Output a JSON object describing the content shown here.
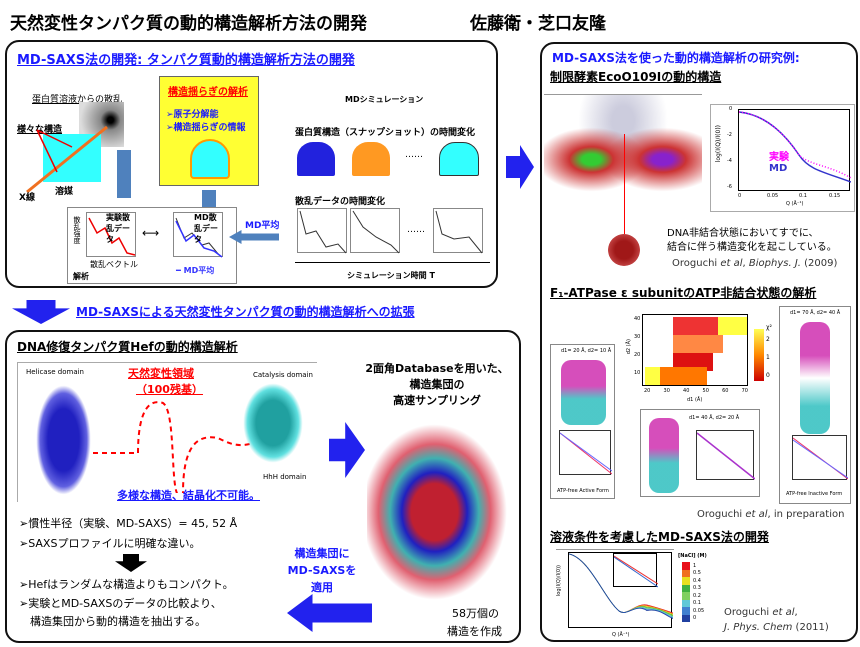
{
  "title": "天然変性タンパク質の動的構造解析方法の開発",
  "authors": "佐藤衛・芝口友隆",
  "box1": {
    "heading": "MD-SAXS法の開発: タンパク質動的構造解析方法の開発",
    "scatter_label": "蛋白質溶液からの散乱",
    "various": "様々な構造",
    "xray": "X線",
    "solvent": "溶媒",
    "fluct_title": "構造揺らぎの解析",
    "fluct_items": [
      "➢原子分解能",
      "➢構造揺らぎの情報"
    ],
    "md_sim": "MDシミュレーション",
    "snap": "蛋白質構造（スナップショット）の時間変化",
    "dots": "……",
    "scatter_time": "散乱データの時間変化",
    "sim_time": "シミュレーション時間 T",
    "exp_data": "実験散乱データ",
    "intensity": "散乱強度",
    "vector": "散乱ベクトル",
    "md_data": "MD散乱データ",
    "md_avg": "MD平均",
    "md_avg_legend": "━ MD平均",
    "analysis": "解析"
  },
  "extension": "MD-SAXSによる天然変性タンパク質の動的構造解析への拡張",
  "box2": {
    "heading": "DNA修復タンパク質Hefの動的構造解析",
    "helicase": "Helicase domain",
    "catalysis": "Catalysis domain",
    "hhh": "HhH domain",
    "idr": "天然変性領域",
    "idr_count": "（100残基）",
    "diverse": "多様な構造、結晶化不可能。",
    "db_text": [
      "2面角Databaseを用いた、",
      "構造集団の",
      "高速サンプリング"
    ],
    "bullets1": [
      "➢慣性半径（実験、MD-SAXS）= 45, 52 Å",
      "➢SAXSプロファイルに明確な違い。"
    ],
    "bullets2": [
      "➢Hefはランダムな構造よりもコンパクト。",
      "➢実験とMD-SAXSのデータの比較より、",
      "　構造集団から動的構造を抽出する。"
    ],
    "apply": [
      "構造集団に",
      "MD-SAXSを",
      "適用"
    ],
    "count": [
      "58万個の",
      "構造を作成"
    ]
  },
  "right": {
    "heading": "MD-SAXS法を使った動的構造解析の研究例:",
    "sec1": "制限酵素EcoO109Iの動的構造",
    "legend_exp": "実験",
    "legend_md": "MD",
    "plot1_ylabel": "log(I(Q)/I(0))",
    "plot1_xlabel": "Q (Å⁻¹)",
    "plot1_xticks": [
      "0",
      "0.05",
      "0.1",
      "0.15"
    ],
    "plot1_yticks": [
      "0",
      "-2",
      "-4",
      "-6"
    ],
    "note": [
      "DNA非結合状態においてすでに、",
      "結合に伴う構造変化を起こしている。"
    ],
    "cite1": {
      "a": "Oroguchi ",
      "b": "et al",
      "c": ", ",
      "d": "Biophys. J.",
      "e": " (2009)"
    },
    "sec2": "F₁-ATPase ε subunitのATP非結合状態の解析",
    "heat_xlabel": "d1 (Å)",
    "heat_ylabel": "d2 (Å)",
    "heat_xticks": [
      "20",
      "30",
      "40",
      "50",
      "60",
      "70"
    ],
    "heat_yticks": [
      "40",
      "30",
      "20",
      "10"
    ],
    "heat_scale_label": "χ²",
    "heat_scale_ticks": [
      "2",
      "1",
      "0"
    ],
    "p_left": "d1= 20 Å, d2= 10 Å",
    "p_mid": "d1= 40 Å, d2= 20 Å",
    "p_right": "d1= 70 Å, d2= 40 Å",
    "form_active": "ATP-free Active Form",
    "form_inactive": "ATP-free Inactive Form",
    "cite2": {
      "a": "Oroguchi ",
      "b": "et al",
      "c": ", in preparation"
    },
    "sec3": "溶液条件を考慮したMD-SAXS法の開発",
    "nacl_label": "[NaCl] (M)",
    "nacl": [
      "1",
      "0.5",
      "0.4",
      "0.3",
      "0.2",
      "0.1",
      "0.05",
      "0"
    ],
    "nacl_colors": [
      "#e8101a",
      "#f07020",
      "#e8e020",
      "#40b040",
      "#80d060",
      "#60c8d8",
      "#4080d0",
      "#2040a0"
    ],
    "plot3_xlabel": "Q (Å⁻¹)",
    "plot3_ylabel": "log(I(Q)/I(0))",
    "cite3": {
      "a": "Oroguchi ",
      "b": "et al",
      "c": ",",
      "d": "J. Phys. Chem",
      "e": " (2011)"
    }
  }
}
